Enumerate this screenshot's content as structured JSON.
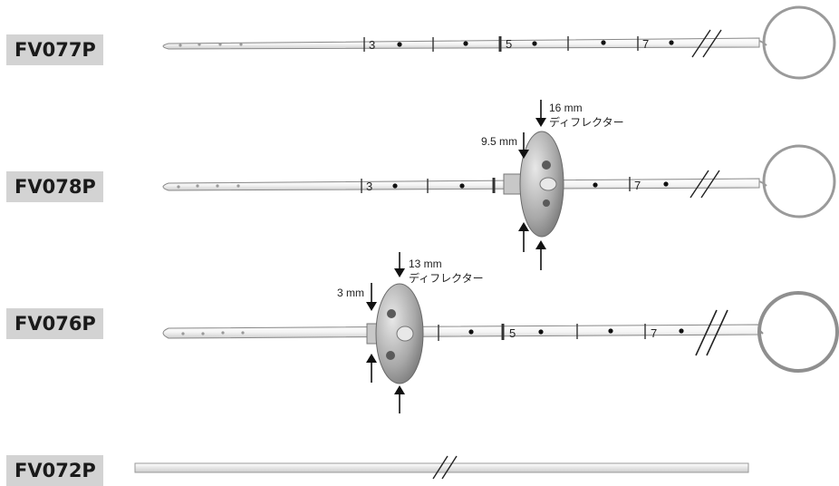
{
  "products": [
    {
      "code": "FV077P",
      "scale_marks": [
        "3",
        "5",
        "7"
      ]
    },
    {
      "code": "FV078P",
      "scale_marks": [
        "3",
        "7"
      ],
      "dim_outer": "16 mm",
      "dim_inner": "9.5 mm",
      "part_name": "ディフレクター"
    },
    {
      "code": "FV076P",
      "scale_marks": [
        "5",
        "7"
      ],
      "dim_outer": "13 mm",
      "dim_inner": "3 mm",
      "part_name": "ディフレクター"
    },
    {
      "code": "FV072P"
    }
  ],
  "colors": {
    "label_bg": "#d3d3d3",
    "tube": "#fafafa",
    "outline": "#777777",
    "deflector": "#9a9a9a"
  }
}
